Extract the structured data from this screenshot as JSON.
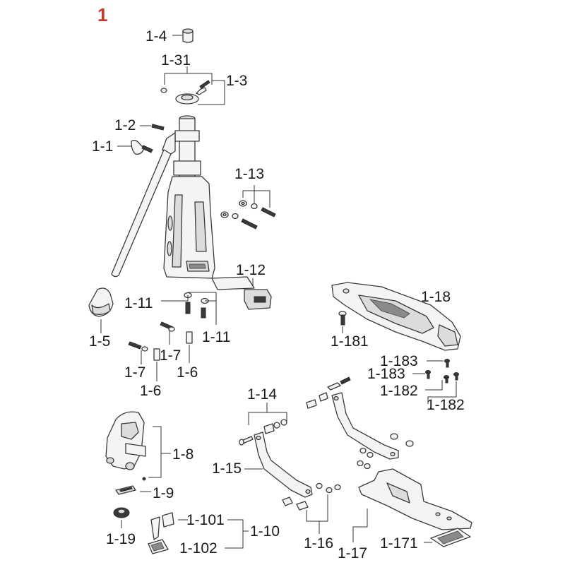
{
  "figure_number": "1",
  "labels": {
    "l1_4": "1-4",
    "l1_31": "1-31",
    "l1_3": "1-3",
    "l1_2": "1-2",
    "l1_1": "1-1",
    "l1_13": "1-13",
    "l1_12": "1-12",
    "l1_18": "1-18",
    "l1_11a": "1-11",
    "l1_11b": "1-11",
    "l1_5": "1-5",
    "l1_181": "1-181",
    "l1_7a": "1-7",
    "l1_7b": "1-7",
    "l1_6a": "1-6",
    "l1_6b": "1-6",
    "l1_183a": "1-183",
    "l1_183b": "1-183",
    "l1_182a": "1-182",
    "l1_182b": "1-182",
    "l1_14": "1-14",
    "l1_8": "1-8",
    "l1_15": "1-15",
    "l1_9": "1-9",
    "l1_101": "1-101",
    "l1_10": "1-10",
    "l1_19": "1-19",
    "l1_16": "1-16",
    "l1_102": "1-102",
    "l1_17": "1-17",
    "l1_171": "1-171"
  }
}
